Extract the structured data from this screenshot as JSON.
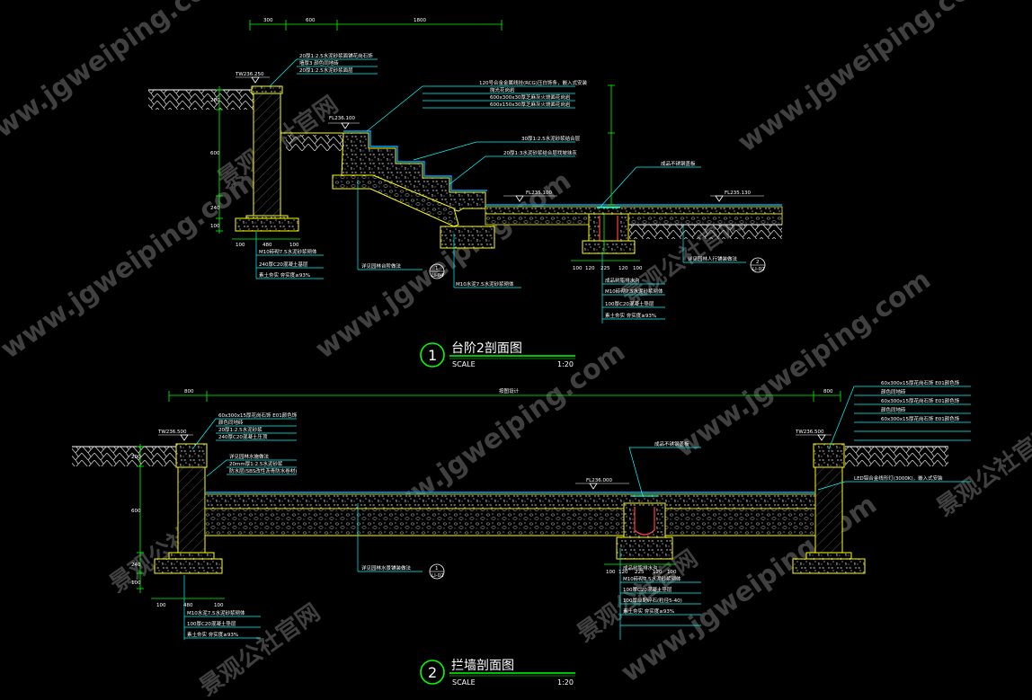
{
  "sections": [
    {
      "number": "1",
      "title": "台阶2剖面图",
      "scale_label": "SCALE",
      "scale_value": "1:20",
      "elevations": [
        "TW236.250",
        "FL236.100",
        "FL235.100",
        "FL235.130"
      ],
      "top_dims": [
        "300",
        "600",
        "1800"
      ],
      "notes": [
        "20厚1:2.5水泥砂浆面铺花岗石饰",
        "墙厚3  颜色同地砖",
        "20厚1:2.5水泥砂浆面层",
        "120号合金金属线挂(RCG)压白饰条，嵌入式安装",
        "抛光花岗岩",
        "600x300x30厚芝麻灰火烧面花岗岩",
        "600x150x30厚芝麻灰火烧面花岗岩",
        "30厚1:2.5水泥砂浆结合层",
        "20厚1:3水泥砂浆结合层找坡抹灰",
        "成品不锈钢盖板",
        "详见园林台阶做法",
        "详见园林人行铺装做法",
        "M10水泥7.5水泥砂浆砌体",
        "M10砖砌7.5水泥砂浆砌体",
        "240厚C20混凝土基层",
        "素土夯实 夯实度≥93%",
        "成品树脂排水沟",
        "M10砖砌7.5水泥砂浆砌体",
        "100厚C20混凝土垫层",
        "素土夯实 夯实度≥93%"
      ],
      "refs": [
        {
          "num": "1",
          "sheet": "LI-04"
        },
        {
          "num": "2",
          "sheet": "LI-02"
        }
      ],
      "bottom_dims": [
        "100",
        "480",
        "100",
        "100",
        "120",
        "225",
        "120",
        "100"
      ],
      "side_dims": [
        "200",
        "600",
        "240",
        "100"
      ]
    },
    {
      "number": "2",
      "title": "拦墙剖面图",
      "scale_label": "SCALE",
      "scale_value": "1:20",
      "elevations": [
        "TW236.500",
        "FL236.000",
        "TW236.500"
      ],
      "top_dims": [
        "800",
        "按图设计",
        "800"
      ],
      "notes": [
        "60x300x15厚花岗石饰 E01颜色饰",
        "颜色同地砖",
        "20厚1:2.5水泥砂浆",
        "240厚C20混凝土压顶",
        "详见园林水施做法",
        "20mm厚1:2.5水泥砂浆",
        "防水层(SBS改性沥青防水卷材)",
        "成品不锈钢盖板",
        "60x300x15厚花岗石饰 E01颜色饰",
        "颜色同地砖",
        "60x300x15厚花岗石饰 E01颜色饰",
        "颜色同地砖",
        "60x300x15厚花岗石饰 E01颜色饰",
        "LED铝合金线形灯(3000K)，嵌入式安装",
        "详见园林水景铺装做法",
        "成品树脂排水沟",
        "M10砖砌7.5水泥砂浆砌体",
        "100厚C20混凝土垫层",
        "100厚级配碎石(粒径5-40)",
        "素土夯实 夯实度≥93%",
        "M10水泥7.5水泥砂浆砌体",
        "100厚C20混凝土垫层",
        "素土夯实 夯实度≥93%"
      ],
      "refs": [
        {
          "num": "1",
          "sheet": "LI-02"
        }
      ],
      "bottom_dims": [
        "100",
        "480",
        "100",
        "100",
        "120",
        "225",
        "120",
        "100"
      ],
      "side_dims": [
        "200",
        "600",
        "240",
        "100"
      ]
    }
  ],
  "watermark": {
    "url": "www.jgweiping.com",
    "brand": "景观公社官网"
  },
  "colors": {
    "background": "#000000",
    "structure": "#ffff00",
    "dimension": "#00ff00",
    "leader": "#00ffff",
    "surface": "#00a0ff",
    "text": "#ffffff",
    "watermark": "#9a9a9a"
  }
}
